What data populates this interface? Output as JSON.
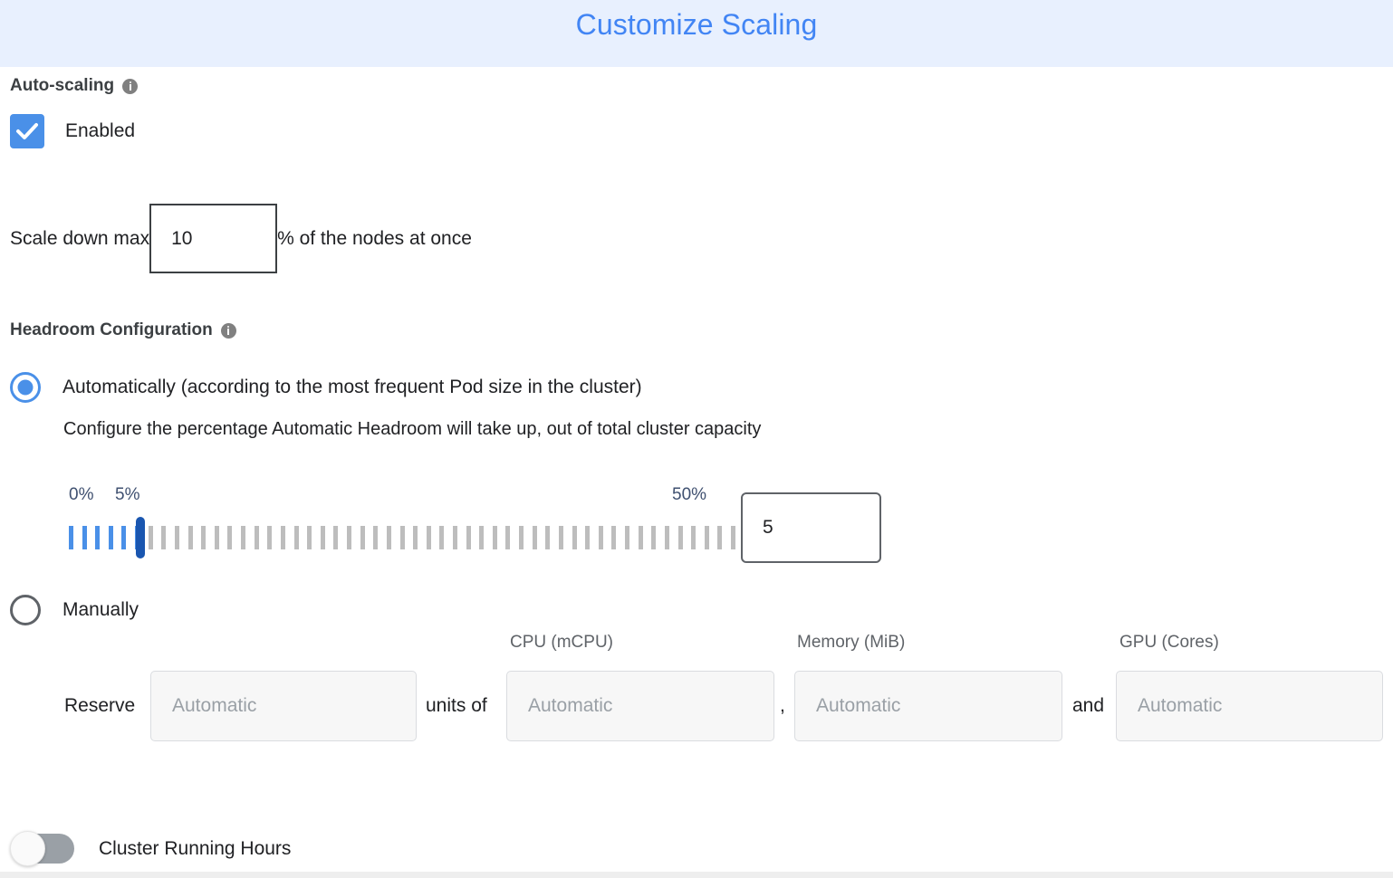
{
  "header": {
    "title": "Customize Scaling",
    "title_color": "#4285f4",
    "background_color": "#e8f0fe"
  },
  "autoscaling": {
    "section_label": "Auto-scaling",
    "info_icon": "info-icon",
    "enabled_label": "Enabled",
    "enabled_checked": true,
    "checkbox_color": "#4a90e8"
  },
  "scale_down": {
    "prefix_label": "Scale down max",
    "value": "10",
    "suffix_label": "% of the nodes at once"
  },
  "headroom": {
    "section_label": "Headroom Configuration",
    "info_icon": "info-icon",
    "mode": "automatically",
    "options": [
      {
        "id": "automatically",
        "label": "Automatically (according to the most frequent Pod size in the cluster)",
        "selected": true,
        "description": "Configure the percentage Automatic Headroom will take up, out of total cluster capacity"
      },
      {
        "id": "manually",
        "label": "Manually",
        "selected": false
      }
    ],
    "slider": {
      "min": 0,
      "max": 50,
      "value": 5,
      "step": 1,
      "tick_count": 51,
      "min_label": "0%",
      "value_label": "5%",
      "max_label": "50%",
      "active_color": "#4a90e8",
      "inactive_color": "#bdbdbd",
      "thumb_color": "#1a56b0",
      "label_color": "#3f5070",
      "input_value": "5"
    },
    "manual": {
      "reserve_label": "Reserve",
      "units_of_label": "units of",
      "comma_label": ",",
      "and_label": "and",
      "columns": [
        {
          "header": "",
          "placeholder": "Automatic",
          "value": ""
        },
        {
          "header": "CPU (mCPU)",
          "placeholder": "Automatic",
          "value": ""
        },
        {
          "header": "Memory (MiB)",
          "placeholder": "Automatic",
          "value": ""
        },
        {
          "header": "GPU (Cores)",
          "placeholder": "Automatic",
          "value": ""
        }
      ]
    }
  },
  "cluster_running_hours": {
    "label": "Cluster Running Hours",
    "enabled": false,
    "track_color": "#9aa0a6"
  }
}
